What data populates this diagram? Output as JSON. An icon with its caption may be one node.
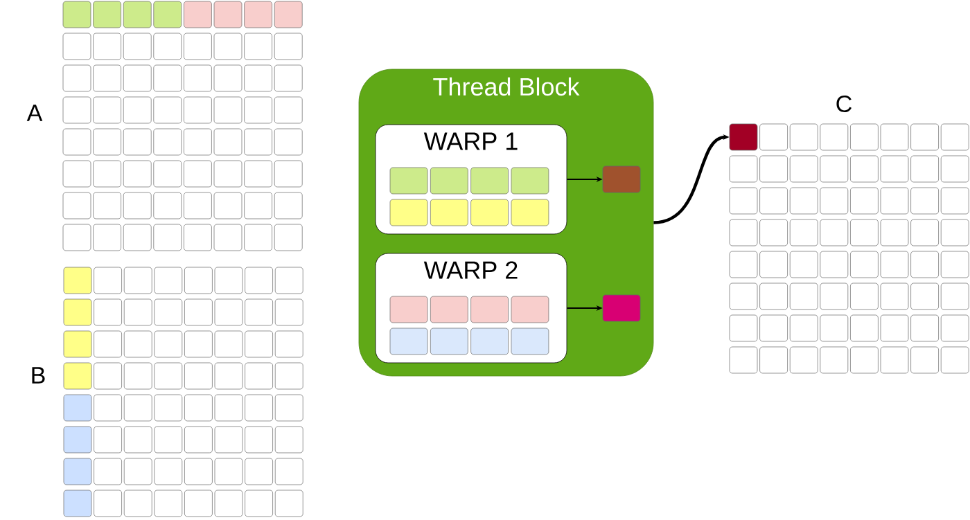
{
  "diagram": {
    "nodes": [
      {
        "text": [
          "Thread Block"
        ]
      },
      {
        "text": [
          "WARP 1"
        ],
        "in": 0
      },
      {
        "text": [
          "WARP 2"
        ],
        "in": 0
      },
      {
        "text": [],
        "shape": "box",
        "in": 0
      },
      {
        "text": [],
        "shape": "box",
        "in": 0
      },
      {
        "text": [],
        "shape": "box"
      }
    ],
    "edges": [
      {
        "from": 1,
        "to": 3,
        "arrow": "to"
      },
      {
        "from": 2,
        "to": 4,
        "arrow": "to"
      },
      {
        "from": 0,
        "to": 5,
        "arrow": "to",
        "style": "thick"
      }
    ],
    "labels": [
      "A",
      "B",
      "C"
    ]
  }
}
